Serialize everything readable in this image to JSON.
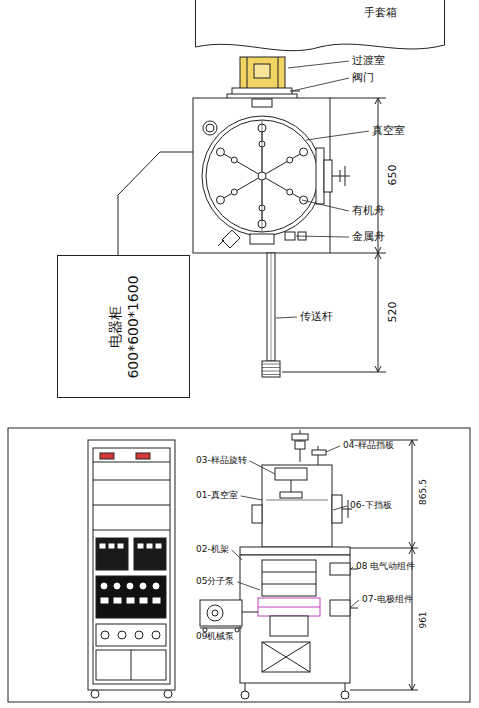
{
  "diagram": {
    "nodes": [
      {
        "text": [
          "手套箱"
        ]
      },
      {
        "text": [
          "电器柜",
          "600*600*1600"
        ]
      }
    ],
    "labels": [
      "过渡室",
      "阀门",
      "真空室",
      "有机舟",
      "金属舟",
      "传送杆",
      "650",
      "520",
      "03-样品旋转",
      "04-样品挡板",
      "01-真空室",
      "06-下挡板",
      "02-机架",
      "05分子泵",
      "08 电气动组件",
      "07-电极组件",
      "09机械泵",
      "865.5",
      "961"
    ]
  }
}
